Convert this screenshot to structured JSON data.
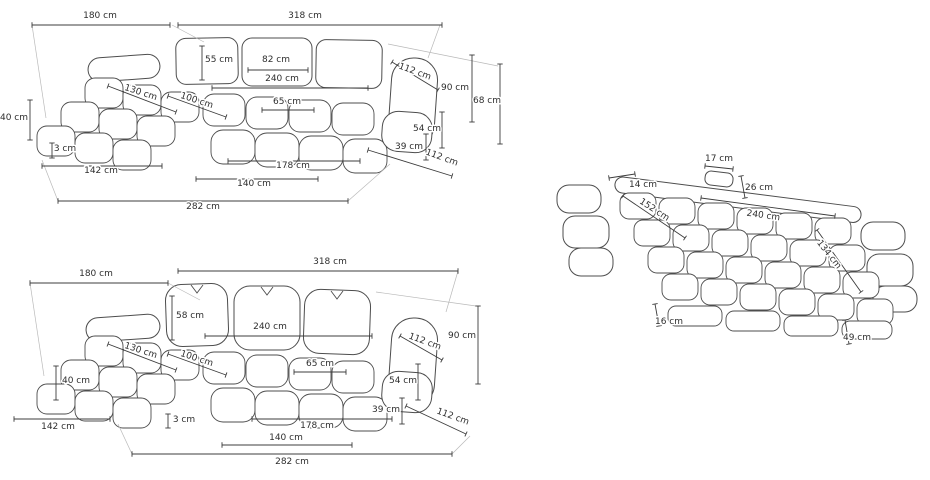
{
  "page": {
    "background": "#ffffff",
    "line_color": "#3c3c3c",
    "drawing_color": "#4d4d4d"
  },
  "diagrams": {
    "sofa_front": {
      "labels": {
        "chaise_width": "180 cm",
        "main_width": "318 cm",
        "back_cushion_height": "55 cm",
        "back_cushion_width": "82 cm",
        "seat_length": "240 cm",
        "arm_depth": "112 cm",
        "total_height": "90 cm",
        "back_height": "68 cm",
        "chaise_length": "130 cm",
        "seat_depth": "100 cm",
        "inner_seat_depth": "65 cm",
        "base_height": "40 cm",
        "arm_height": "54 cm",
        "front_height": "39 cm",
        "leg_height": "3 cm",
        "chaise_front_width": "142 cm",
        "seat_front_width": "178 cm",
        "front_width": "140 cm",
        "total_front_width": "282 cm",
        "side_depth": "112 cm"
      }
    },
    "sofa_pillows": {
      "labels": {
        "chaise_width": "180 cm",
        "main_width": "318 cm",
        "pillow_height": "58 cm",
        "seat_length": "240 cm",
        "arm_depth": "112 cm",
        "total_height": "90 cm",
        "chaise_length": "130 cm",
        "seat_depth": "100 cm",
        "inner_seat_depth": "65 cm",
        "base_height": "40 cm",
        "arm_height": "54 cm",
        "front_height": "39 cm",
        "leg_height": "3 cm",
        "chaise_front_width": "142 cm",
        "seat_front_width": "178 cm",
        "front_width": "140 cm",
        "side_depth": "112 cm",
        "total_front_width": "282 cm"
      }
    },
    "sofa_bed": {
      "labels": {
        "headrest_depth": "17 cm",
        "arm_top_width": "14 cm",
        "backrest_drop": "26 cm",
        "bed_width": "152 cm",
        "bed_length": "240 cm",
        "bed_depth": "134 cm",
        "front_strip": "16 cm",
        "bed_height": "49 cm"
      }
    }
  }
}
